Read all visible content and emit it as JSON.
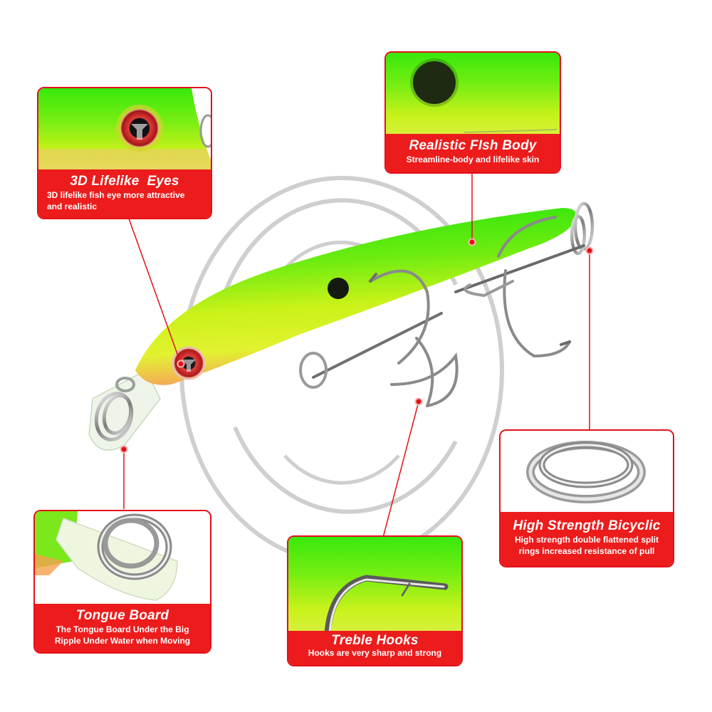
{
  "infographic": {
    "subject": "Fishing minnow lure",
    "accent_color": "#ec1c1c",
    "body_colors": {
      "back": "#2ee80a",
      "belly": "#d6f21c",
      "chin": "#f7a35a"
    },
    "callouts": [
      {
        "id": "eyes",
        "title": "3D Lifelike  Eyes",
        "description_lines": [
          "3D lifelike fish eye more attractive",
          "and realistic"
        ],
        "icon": "eye-closeup"
      },
      {
        "id": "body",
        "title": "Realistic FIsh Body",
        "description_lines": [
          "Streamline-body and lifelike skin"
        ],
        "icon": "body-spot-closeup"
      },
      {
        "id": "rings",
        "title": "High Strength Bicyclic",
        "description_lines": [
          "High strength double flattened split",
          "rings increased resistance of pull"
        ],
        "icon": "split-ring"
      },
      {
        "id": "tongue",
        "title": "Tongue Board",
        "description_lines": [
          "The Tongue Board Under the Big",
          "Ripple Under Water when Moving"
        ],
        "icon": "tongue-board-closeup"
      },
      {
        "id": "hooks",
        "title": "Treble Hooks",
        "description_lines": [
          "Hooks are very sharp and strong"
        ],
        "icon": "hook-closeup"
      }
    ]
  }
}
